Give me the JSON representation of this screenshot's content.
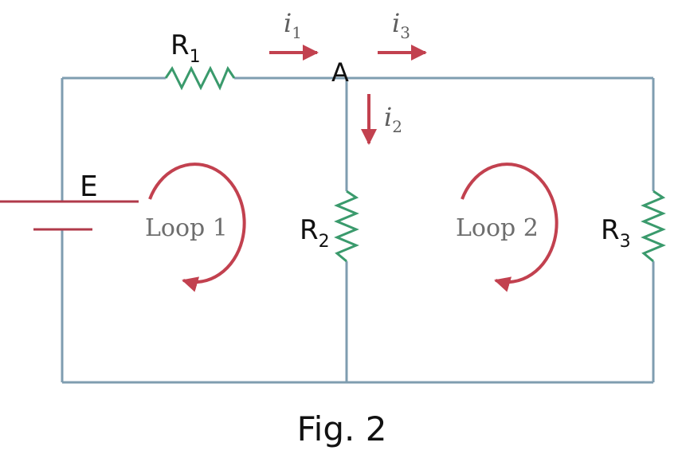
{
  "labels": {
    "r1": "R",
    "r1_sub": "1",
    "r2": "R",
    "r2_sub": "2",
    "r3": "R",
    "r3_sub": "3",
    "node_a": "A",
    "source": "E",
    "i1": "i",
    "i1_sub": "1",
    "i2": "i",
    "i2_sub": "2",
    "i3": "i",
    "i3_sub": "3",
    "loop1": "Loop 1",
    "loop2": "Loop 2"
  },
  "caption": "Fig. 2",
  "colors": {
    "wire": "#7f9db0",
    "resistor": "#3a9a6c",
    "arrow": "#c2414f",
    "source": "#b03a4a"
  }
}
